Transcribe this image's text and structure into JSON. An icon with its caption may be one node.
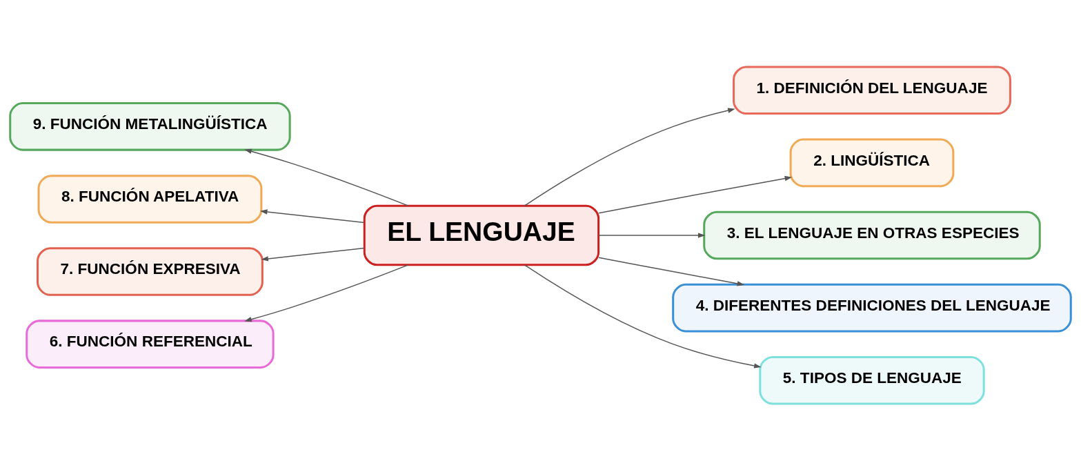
{
  "diagram": {
    "nodes": [
      {
        "text": [
          "EL LENGUAJE"
        ]
      },
      {
        "text": [
          "1. DEFINICIÓN DEL LENGUAJE"
        ]
      },
      {
        "text": [
          "2. LINGÜÍSTICA"
        ]
      },
      {
        "text": [
          "3. EL LENGUAJE EN OTRAS ESPECIES"
        ]
      },
      {
        "text": [
          "4. DIFERENTES DEFINICIONES DEL LENGUAJE"
        ]
      },
      {
        "text": [
          "5. TIPOS DE LENGUAJE"
        ]
      },
      {
        "text": [
          "6. FUNCIÓN REFERENCIAL"
        ]
      },
      {
        "text": [
          "7. FUNCIÓN EXPRESIVA"
        ]
      },
      {
        "text": [
          "8. FUNCIÓN APELATIVA"
        ]
      },
      {
        "text": [
          "9. FUNCIÓN METALINGÜÍSTICA"
        ]
      }
    ],
    "edges": [
      {
        "from": 0,
        "to": 1,
        "arrow": "to"
      },
      {
        "from": 0,
        "to": 2,
        "arrow": "to"
      },
      {
        "from": 0,
        "to": 3,
        "arrow": "to"
      },
      {
        "from": 0,
        "to": 4,
        "arrow": "to"
      },
      {
        "from": 0,
        "to": 5,
        "arrow": "to"
      },
      {
        "from": 0,
        "to": 6,
        "arrow": "to"
      },
      {
        "from": 0,
        "to": 7,
        "arrow": "to"
      },
      {
        "from": 0,
        "to": 8,
        "arrow": "to"
      },
      {
        "from": 0,
        "to": 9,
        "arrow": "to"
      }
    ]
  }
}
